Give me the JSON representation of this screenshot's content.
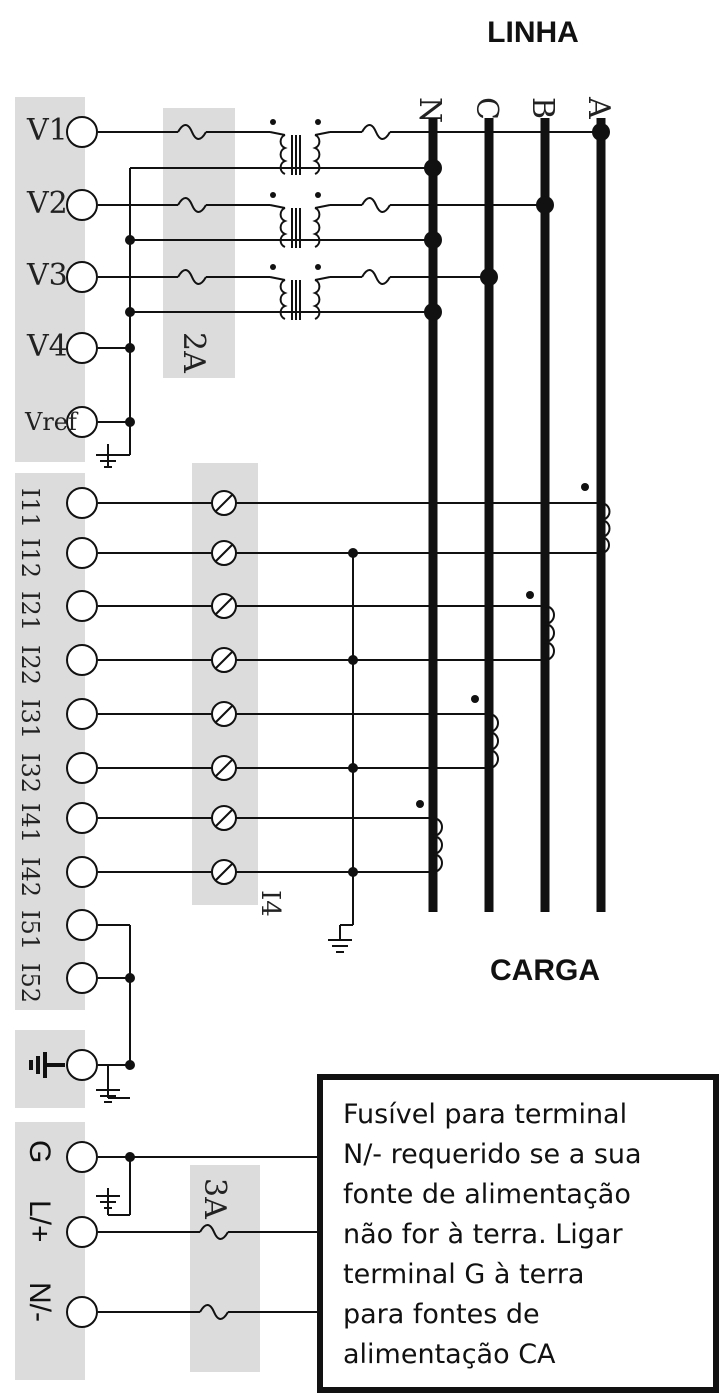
{
  "header": {
    "linha": "LINHA",
    "carga": "CARGA"
  },
  "phases": [
    "N",
    "C",
    "B",
    "A"
  ],
  "voltage_terminals": [
    "V1",
    "V2",
    "V3",
    "V4",
    "Vref"
  ],
  "current_terminals": [
    "I11",
    "I12",
    "I21",
    "I22",
    "I31",
    "I32",
    "I41",
    "I42",
    "I51",
    "I52"
  ],
  "power_terminals": [
    "G",
    "L/+",
    "N/-"
  ],
  "fuse_labels": {
    "voltage": "2A",
    "power": "3A",
    "current_block": "I4"
  },
  "note": {
    "lines": [
      "Fusível para terminal",
      "N/- requerido se a sua",
      "fonte de alimentação",
      "não for  à terra. Ligar",
      "terminal G à terra",
      "para fontes de",
      "alimentação CA"
    ]
  },
  "colors": {
    "terminal_block": "#dcdcdc",
    "wire": "#111111",
    "background": "#ffffff"
  }
}
